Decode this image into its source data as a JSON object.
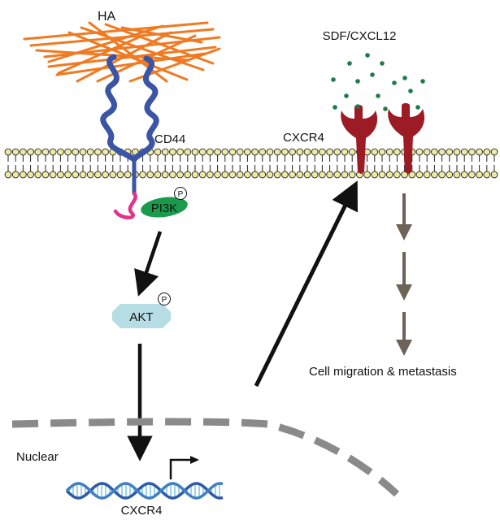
{
  "labels": {
    "ha": "HA",
    "cd44": "CD44",
    "sdf": "SDF/CXCL12",
    "cxcr4_receptor": "CXCR4",
    "pi3k": "PI3K",
    "akt": "AKT",
    "phospho_pi3k": "P",
    "phospho_akt": "P",
    "outcome": "Cell migration & metastasis",
    "nuclear": "Nuclear",
    "cxcr4_gene": "CXCR4"
  },
  "colors": {
    "ha_fibers": "#f07a22",
    "cd44": "#3a55a6",
    "cd44_tail": "#e0338a",
    "pi3k": "#1a9a4c",
    "akt": "#b5dde3",
    "receptor": "#9c1b24",
    "ligand_dots": "#1f7a4a",
    "membrane_head": "#eeeaa0",
    "grey_arrow": "#6e6358",
    "nuclear_membrane": "#8a8a8a",
    "dna": "#2e5aa8"
  }
}
